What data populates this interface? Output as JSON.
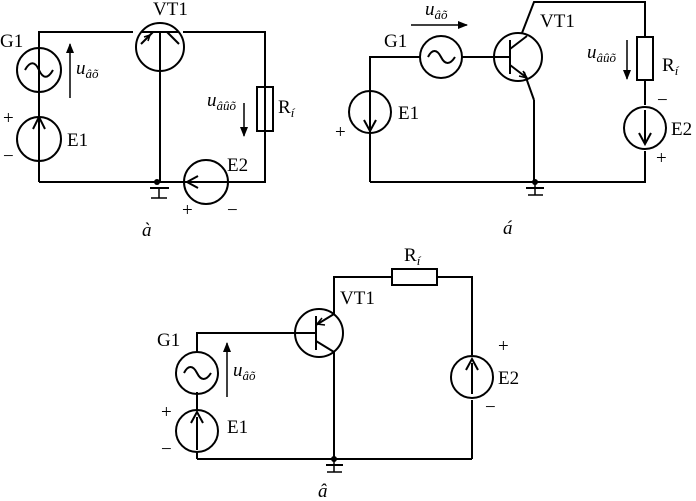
{
  "labels": {
    "g1": "G1",
    "e1": "E1",
    "e2": "E2",
    "vt1": "VT1",
    "r": "R",
    "r_sub": "í",
    "u": "u",
    "u_in_sub_a": "âõ",
    "u_in_sub": "âõ",
    "u_out_sub": "âûõ",
    "plus": "+",
    "minus": "−"
  },
  "captions": {
    "a": "à",
    "b": "á",
    "c": "â"
  }
}
